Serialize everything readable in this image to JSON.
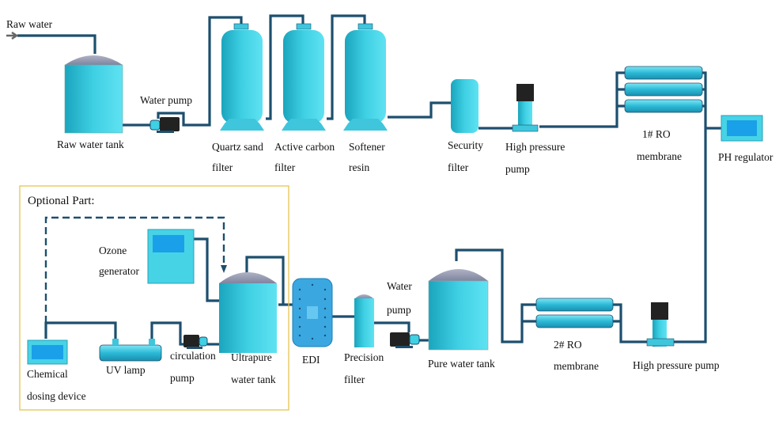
{
  "labels": {
    "raw_water": "Raw water",
    "raw_water_tank": "Raw water tank",
    "water_pump_1": "Water pump",
    "quartz_1": "Quartz sand",
    "quartz_2": "filter",
    "carbon_1": "Active carbon",
    "carbon_2": "filter",
    "softener_1": "Softener",
    "softener_2": "resin",
    "security_1": "Security",
    "security_2": "filter",
    "hpp1_1": "High pressure",
    "hpp1_2": "pump",
    "ro1_1": "1# RO",
    "ro1_2": "membrane",
    "ph": "PH regulator",
    "hpp2": "High pressure pump",
    "ro2_1": "2# RO",
    "ro2_2": "membrane",
    "pure_tank": "Pure water tank",
    "water_pump_2a": "Water",
    "water_pump_2b": "pump",
    "precision_1": "Precision",
    "precision_2": "filter",
    "edi": "EDI",
    "ultrapure_1": "Ultrapure",
    "ultrapure_2": "water tank",
    "optional": "Optional  Part:",
    "ozone_1": "Ozone",
    "ozone_2": "generator",
    "circ_1": "circulation",
    "circ_2": "pump",
    "uv": "UV lamp",
    "chem_1": "Chemical",
    "chem_2": "dosing device"
  },
  "colors": {
    "vessel": "#33c3dc",
    "dome": "#8e93a8",
    "pipe": "#1d4f6e",
    "optional_border": "#e8c452",
    "screen": "#1aa0e8"
  }
}
